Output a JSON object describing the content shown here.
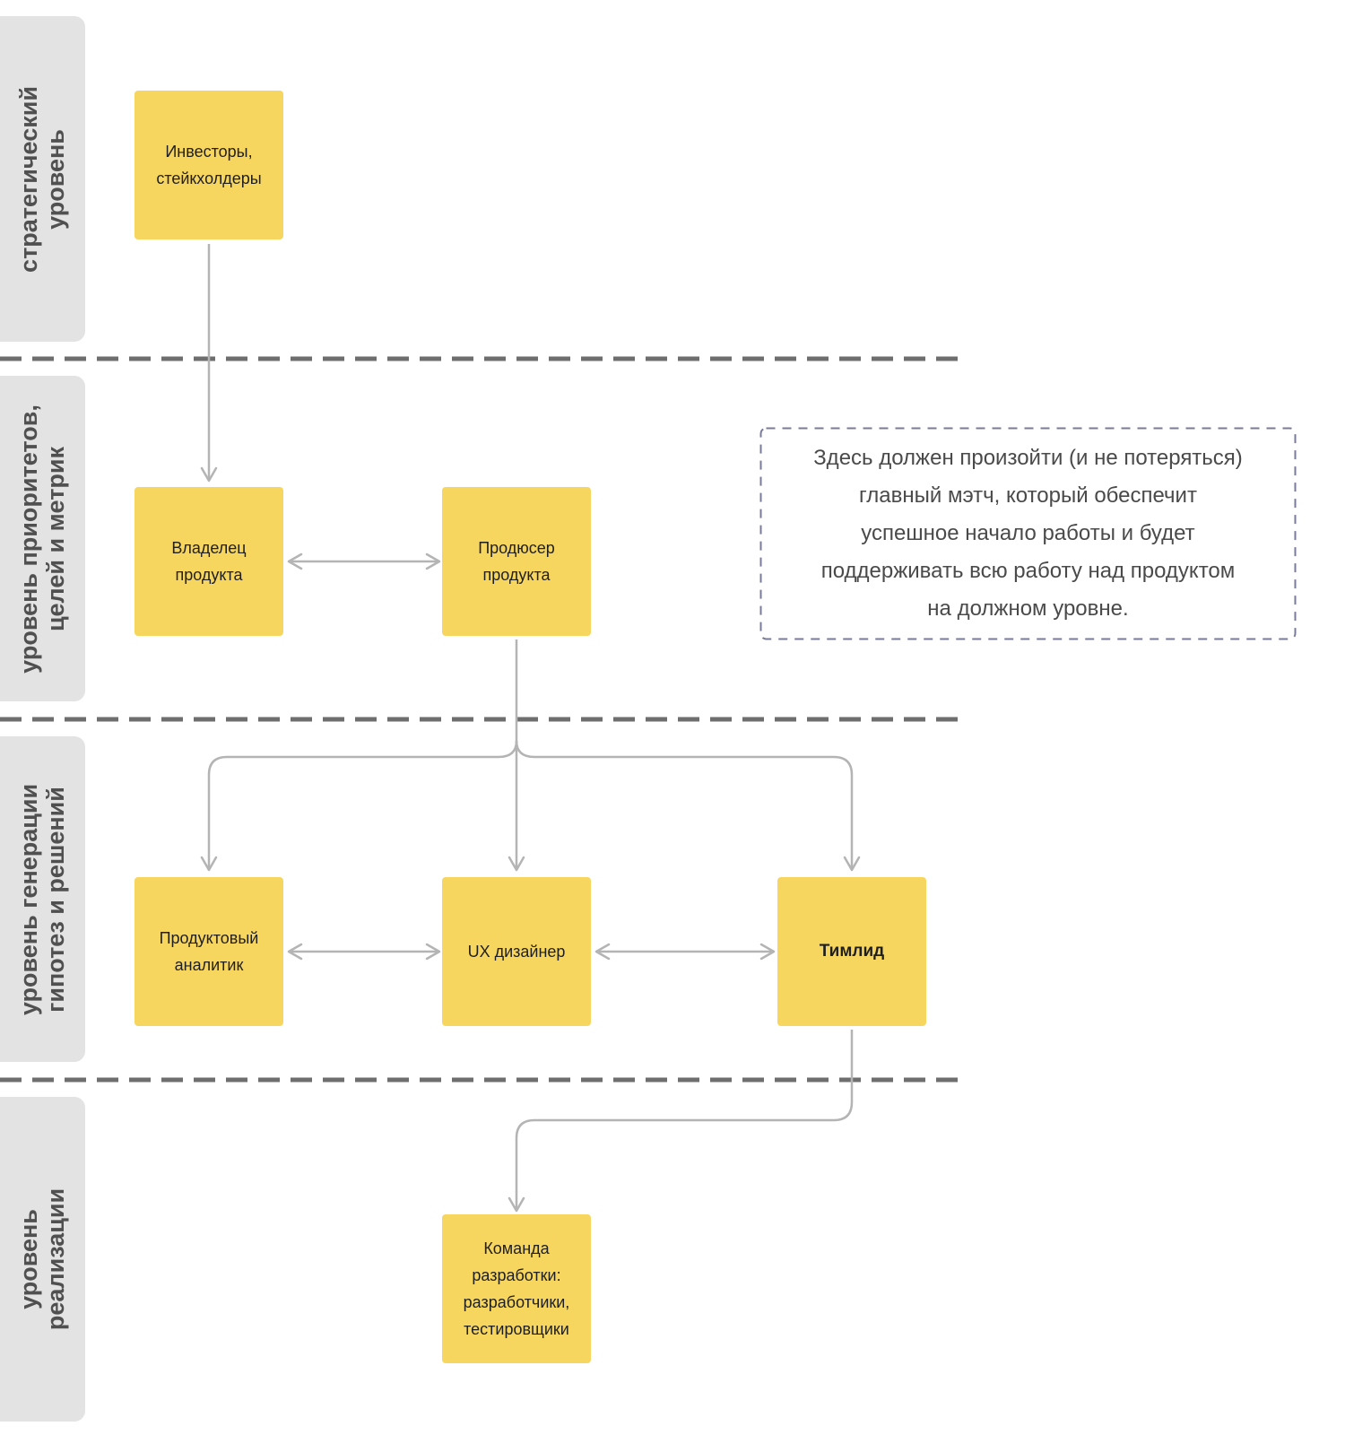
{
  "lanes": [
    {
      "lines": [
        "стратегический",
        "уровень"
      ]
    },
    {
      "lines": [
        "уровень приоритетов,",
        "целей и метрик"
      ]
    },
    {
      "lines": [
        "уровень генерации",
        "гипотез и решений"
      ]
    },
    {
      "lines": [
        "уровень",
        "реализации"
      ]
    }
  ],
  "nodes": {
    "investors": {
      "lines": [
        "Инвесторы,",
        "стейкхолдеры"
      ]
    },
    "owner": {
      "lines": [
        "Владелец",
        "продукта"
      ]
    },
    "producer": {
      "lines": [
        "Продюсер",
        "продукта"
      ]
    },
    "analyst": {
      "lines": [
        "Продуктовый",
        "аналитик"
      ]
    },
    "ux": {
      "lines": [
        "UX дизайнер"
      ]
    },
    "teamlead": {
      "lines": [
        "Тимлид"
      ]
    },
    "devteam": {
      "lines": [
        "Команда",
        "разработки:",
        "разработчики,",
        "тестировщики"
      ]
    }
  },
  "note": {
    "lines": [
      "Здесь должен произойти (и не потеряться)",
      "главный мэтч, который обеспечит",
      "успешное начало работы и будет",
      "поддерживать всю работу над продуктом",
      "на должном уровне."
    ]
  },
  "colors": {
    "node_fill": "#f7d660",
    "lane_fill": "#e3e3e3",
    "divider": "#6e6e6e",
    "connector": "#b4b4b4",
    "note_border": "#7a7a9a"
  }
}
